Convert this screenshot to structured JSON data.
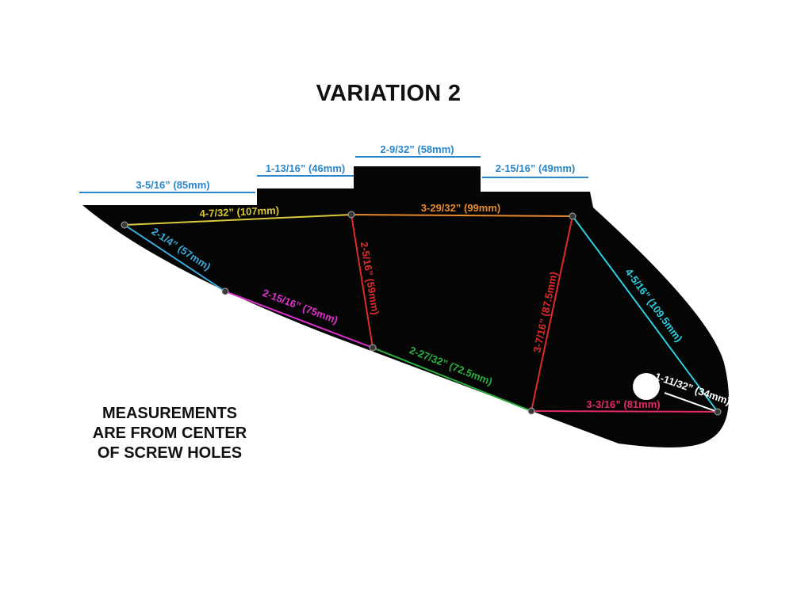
{
  "title": "VARIATION 2",
  "note": [
    "MEASUREMENTS",
    "ARE FROM CENTER",
    "OF SCREW HOLES"
  ],
  "colors": {
    "pickguard": "#050505",
    "top_dimension": "#2a86c8",
    "hole_fill": "#ffffff"
  },
  "top_dimensions": [
    {
      "label": "3-5/16” (85mm)"
    },
    {
      "label": "1-13/16” (46mm)"
    },
    {
      "label": "2-9/32” (58mm)"
    },
    {
      "label": "2-15/16” (49mm)"
    }
  ],
  "measurements": [
    {
      "label": "4-7/32” (107mm)",
      "color": "#d8c83a"
    },
    {
      "label": "3-29/32” (99mm)",
      "color": "#e8892a"
    },
    {
      "label": "2-1/4” (57mm)",
      "color": "#3aa8d8"
    },
    {
      "label": "2-5/16” (59mm)",
      "color": "#e02a2a"
    },
    {
      "label": "2-15/16” (75mm)",
      "color": "#e030d0"
    },
    {
      "label": "2-27/32” (72.5mm)",
      "color": "#2ab040"
    },
    {
      "label": "3-7/16” (87.5mm)",
      "color": "#e02a2a"
    },
    {
      "label": "4-5/16” (109.5mm)",
      "color": "#2ad0e0"
    },
    {
      "label": "3-3/16” (81mm)",
      "color": "#e02a6a"
    },
    {
      "label": "1-11/32” (34mm)",
      "color": "#ffffff"
    }
  ]
}
